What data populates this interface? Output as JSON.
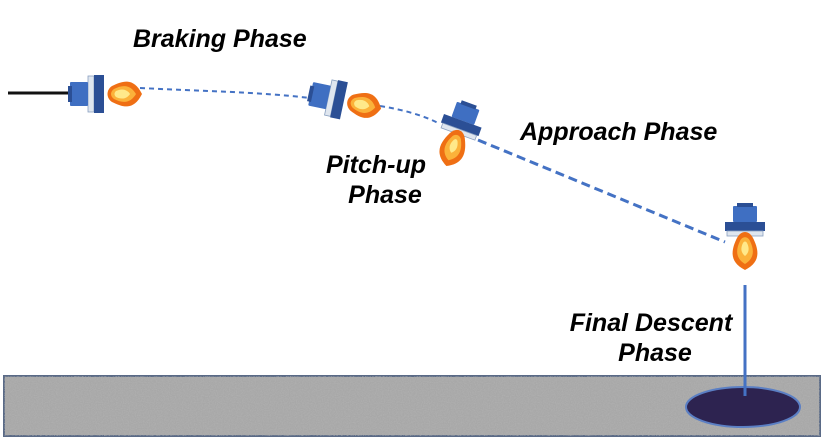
{
  "labels": {
    "braking": "Braking Phase",
    "pitchup_line1": "Pitch-up",
    "pitchup_line2": "Phase",
    "approach": "Approach Phase",
    "final_line1": "Final Descent",
    "final_line2": "Phase"
  },
  "colors": {
    "lander_body": "#3f6fc2",
    "lander_dark": "#2b4f95",
    "lander_window": "#dfe6ef",
    "trajectory": "#4472c4",
    "ground": "#a8a8a8",
    "ground_border": "#5a6a86",
    "landing_site": "#2d2350",
    "flame_outer": "#f07b1a",
    "flame_mid": "#fbb23a",
    "flame_inner": "#ffe98a"
  }
}
